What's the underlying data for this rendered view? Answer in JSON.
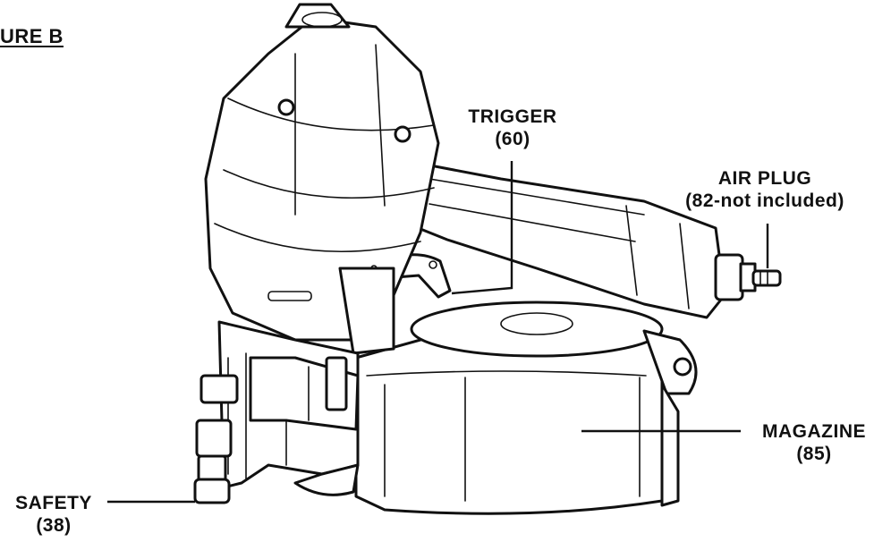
{
  "figure": {
    "title": "URE B"
  },
  "callouts": {
    "trigger": {
      "name": "TRIGGER",
      "number": "(60)"
    },
    "air_plug": {
      "name": "AIR PLUG",
      "number": "(82-not included)"
    },
    "magazine": {
      "name": "MAGAZINE",
      "number": "(85)"
    },
    "safety": {
      "name": "SAFETY",
      "number": "(38)"
    }
  }
}
